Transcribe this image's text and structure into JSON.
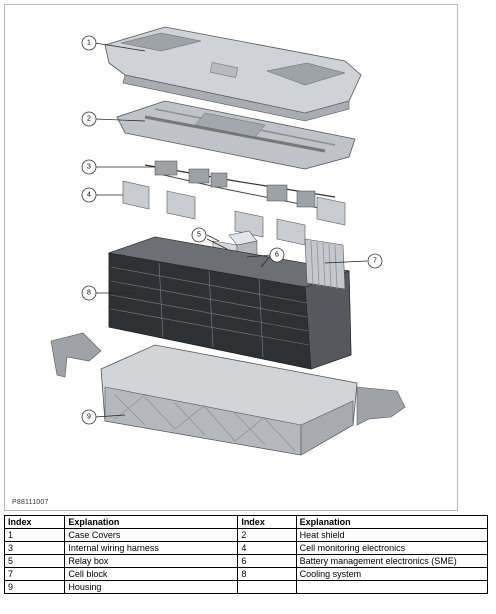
{
  "figure": {
    "id_label": "P88111007",
    "callouts": [
      "1",
      "2",
      "3",
      "4",
      "5",
      "6",
      "7",
      "8",
      "9"
    ]
  },
  "legend": {
    "headers": [
      "Index",
      "Explanation",
      "Index",
      "Explanation"
    ],
    "rows": [
      [
        "1",
        "Case Covers",
        "2",
        "Heat shield"
      ],
      [
        "3",
        "Internal wiring harness",
        "4",
        "Cell monitoring electronics"
      ],
      [
        "5",
        "Relay box",
        "6",
        "Battery management electronics (SME)"
      ],
      [
        "7",
        "Cell block",
        "8",
        "Cooling system"
      ],
      [
        "9",
        "Housing",
        "",
        ""
      ]
    ]
  }
}
